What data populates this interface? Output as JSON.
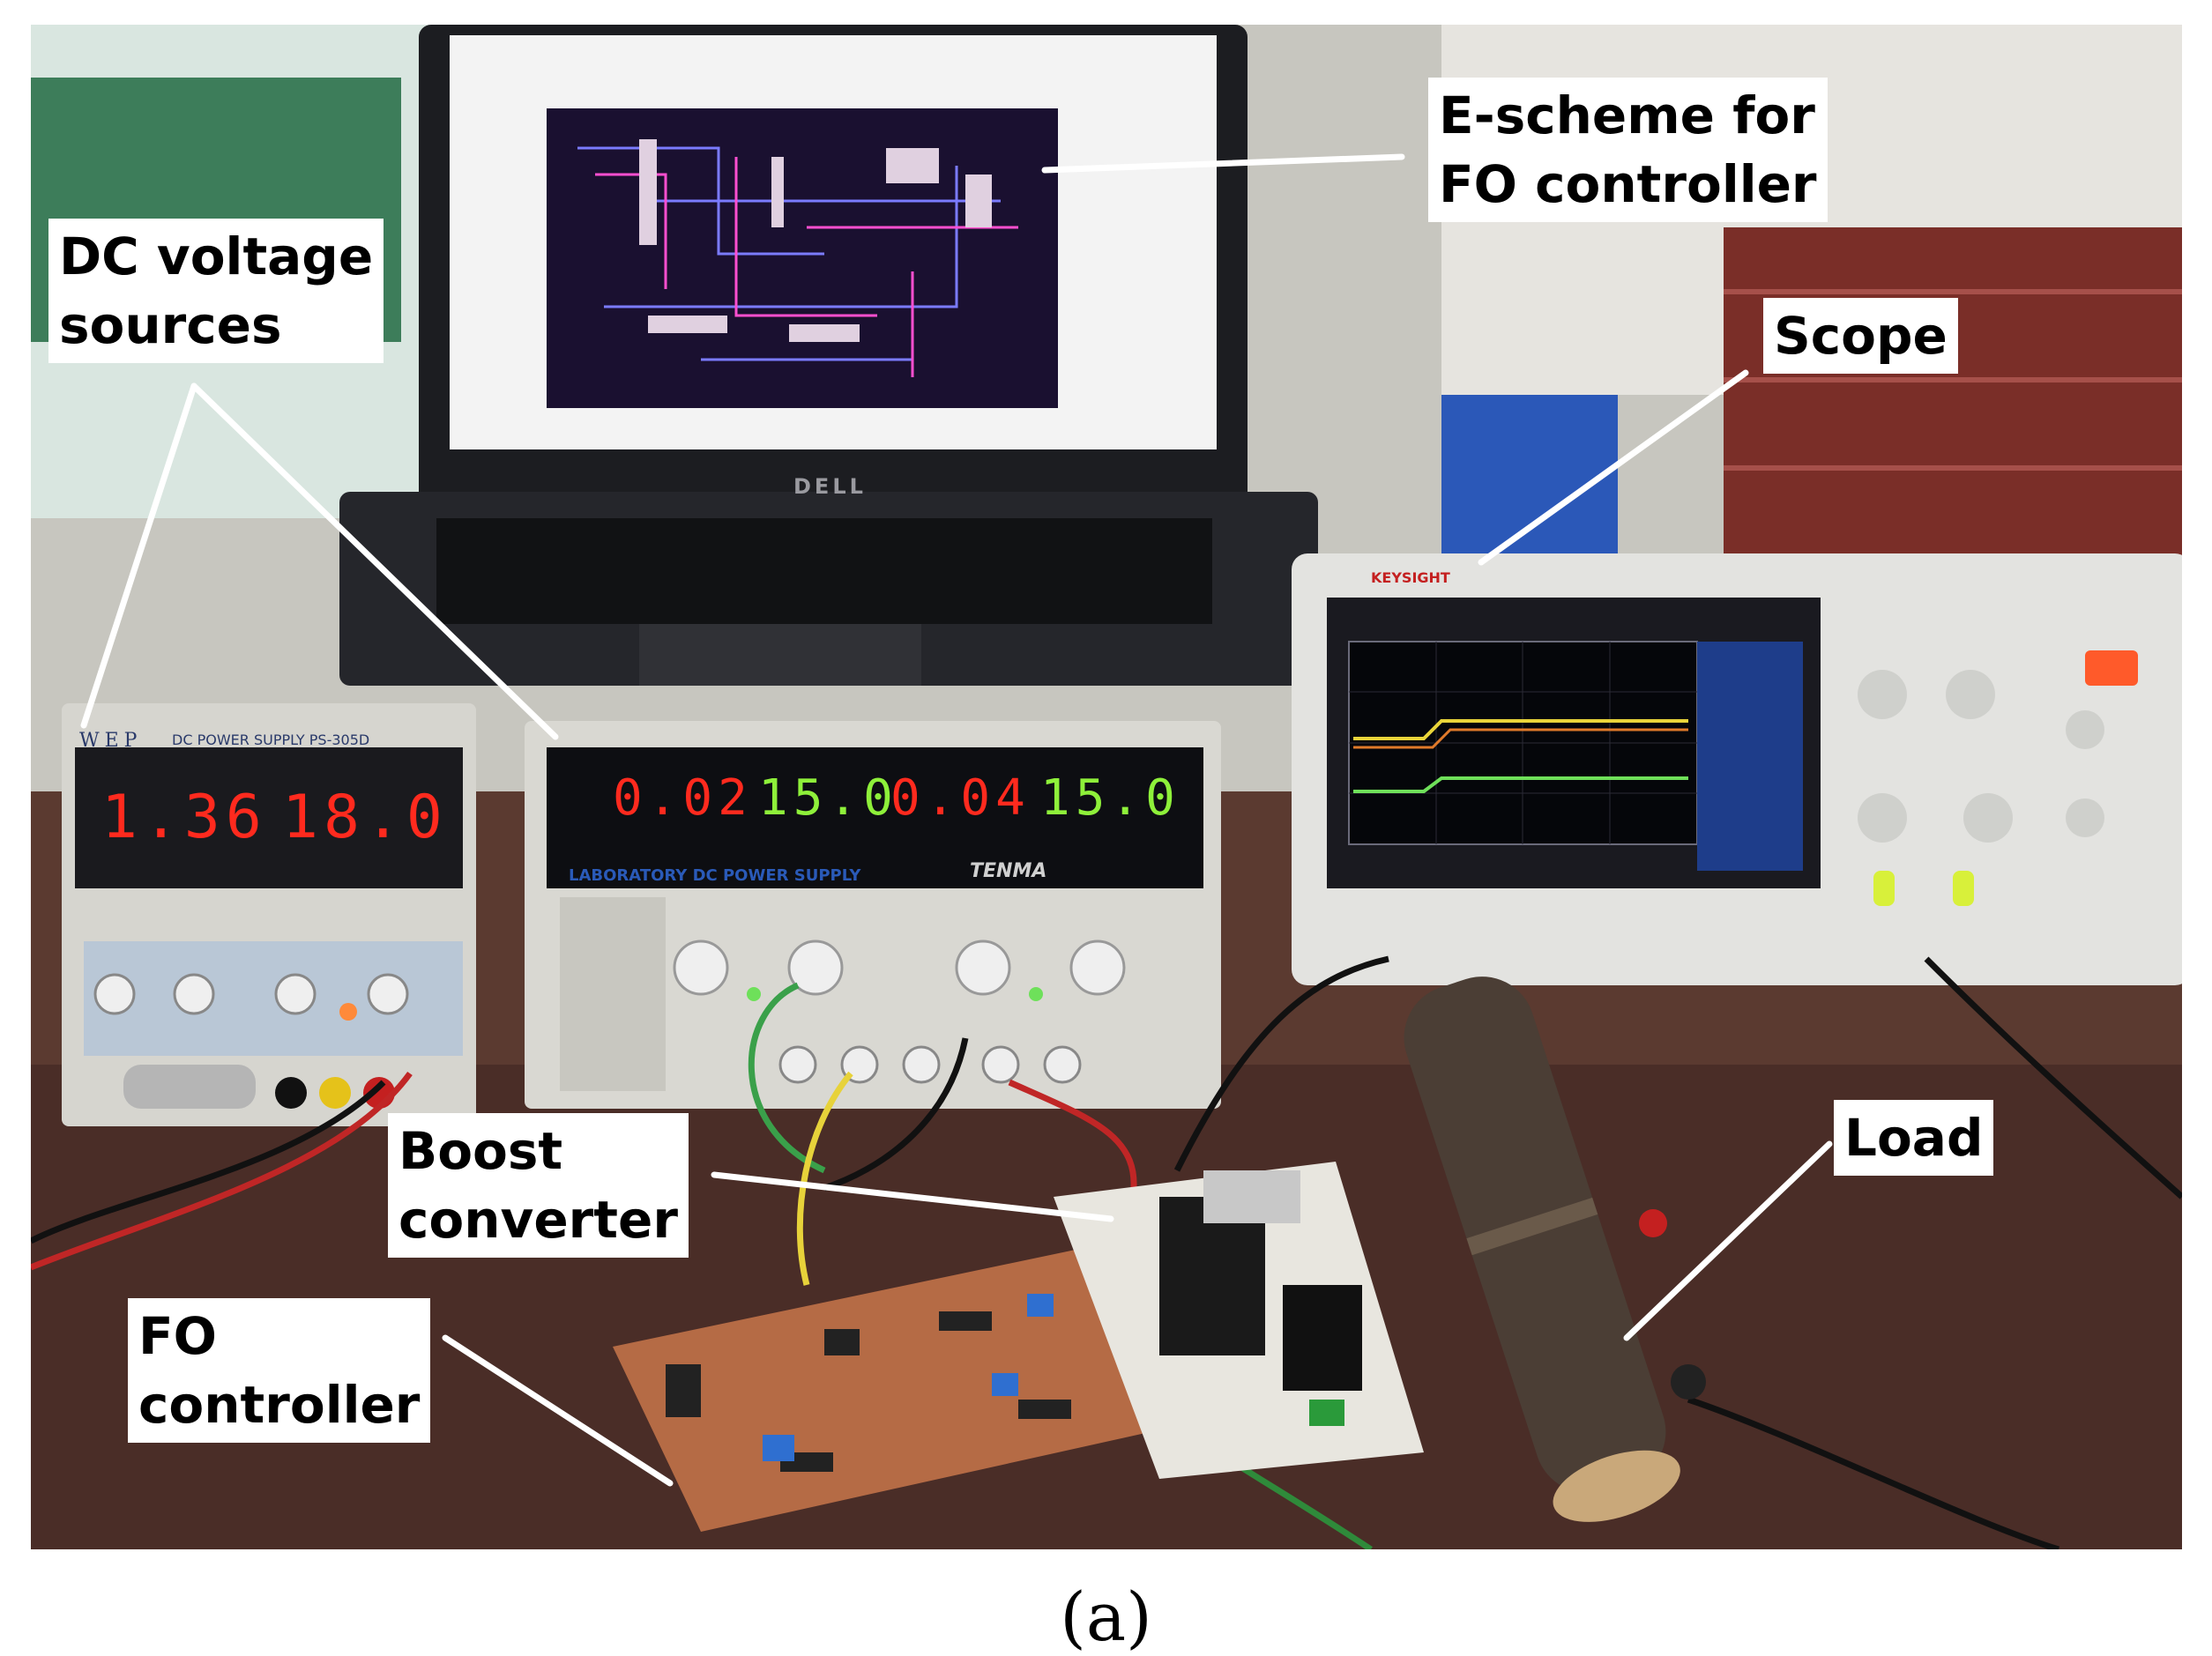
{
  "figure": {
    "caption": "(a)",
    "labels": {
      "escheme": "E-scheme for\nFO controller",
      "dc_sources": "DC voltage\nsources",
      "scope": "Scope",
      "boost": "Boost\nconverter",
      "fo_controller": "FO\ncontroller",
      "load": "Load"
    },
    "small_psu": {
      "brand": "WEP",
      "model": "DC POWER SUPPLY PS-305D",
      "current_reading": "1.36",
      "voltage_reading": "18.0"
    },
    "tenma_psu": {
      "ch1_current": "0.02",
      "ch1_voltage": "15.0",
      "ch2_current": "0.04",
      "ch2_voltage": "15.0",
      "panel_text": "LABORATORY DC POWER SUPPLY",
      "brand": "TENMA"
    },
    "laptop": {
      "brand": "DELL"
    },
    "oscilloscope": {
      "brand": "KEYSIGHT"
    }
  },
  "colors": {
    "led_red": "#ff2a1e",
    "led_green": "#8ef03a",
    "pcb": "#b56b45",
    "trace_yellow": "#e9d43a",
    "trace_orange": "#e07a2a",
    "trace_green": "#6fe05a"
  }
}
